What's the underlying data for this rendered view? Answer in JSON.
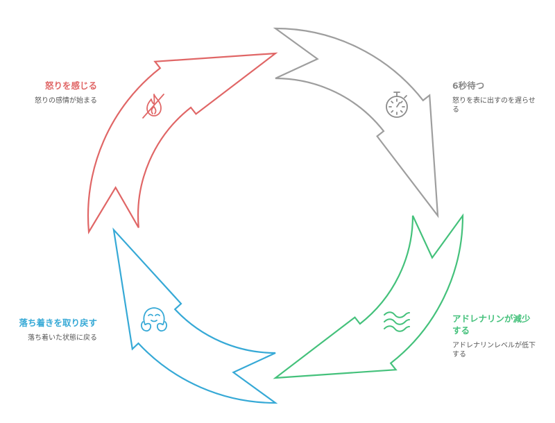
{
  "colors": {
    "anger": "#e06666",
    "wait": "#9e9e9e",
    "adrenaline": "#44c17b",
    "calm": "#36a9d6"
  },
  "stages": [
    {
      "id": "anger",
      "title": "怒りを感じる",
      "description": "怒りの感情が始まる",
      "icon": "flame-crossed-icon",
      "color": "#e06666"
    },
    {
      "id": "wait",
      "title": "6秒待つ",
      "description": "怒りを表に出すのを遅らせる",
      "icon": "stopwatch-icon",
      "color": "#9e9e9e"
    },
    {
      "id": "adrenaline",
      "title": "アドレナリンが減少する",
      "description": "アドレナリンレベルが低下する",
      "icon": "waves-icon",
      "color": "#44c17b"
    },
    {
      "id": "calm",
      "title": "落ち着きを取り戻す",
      "description": "落ち着いた状態に戻る",
      "icon": "relieved-face-icon",
      "color": "#36a9d6"
    }
  ]
}
